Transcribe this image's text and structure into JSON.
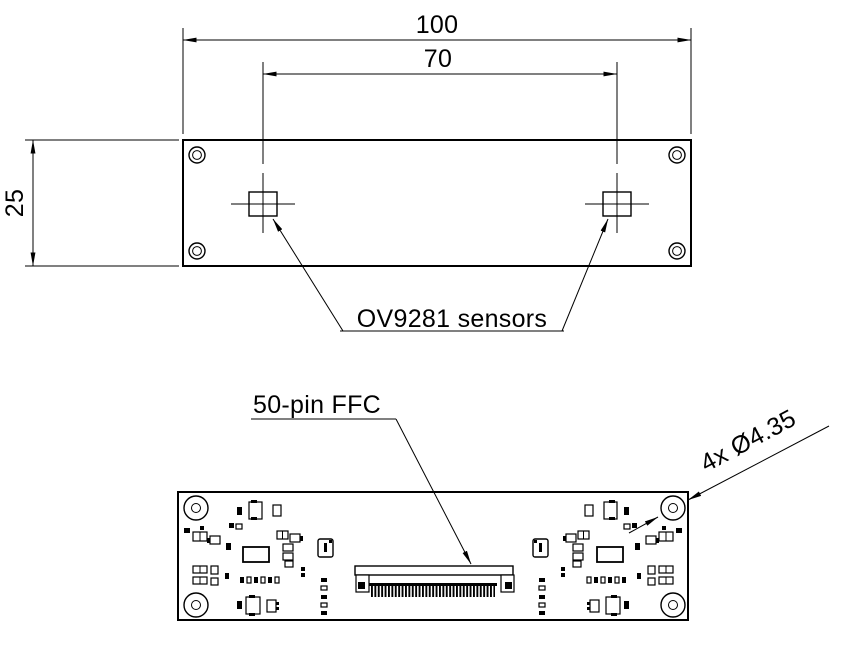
{
  "colors": {
    "line": "#000000",
    "background": "#ffffff"
  },
  "top_view": {
    "dim_overall_width": "100",
    "dim_sensor_spacing": "70",
    "dim_board_height": "25",
    "sensors_label": "OV9281 sensors"
  },
  "bottom_view": {
    "connector_label": "50-pin FFC",
    "mounting_holes_label": "4x Ø4.35"
  }
}
